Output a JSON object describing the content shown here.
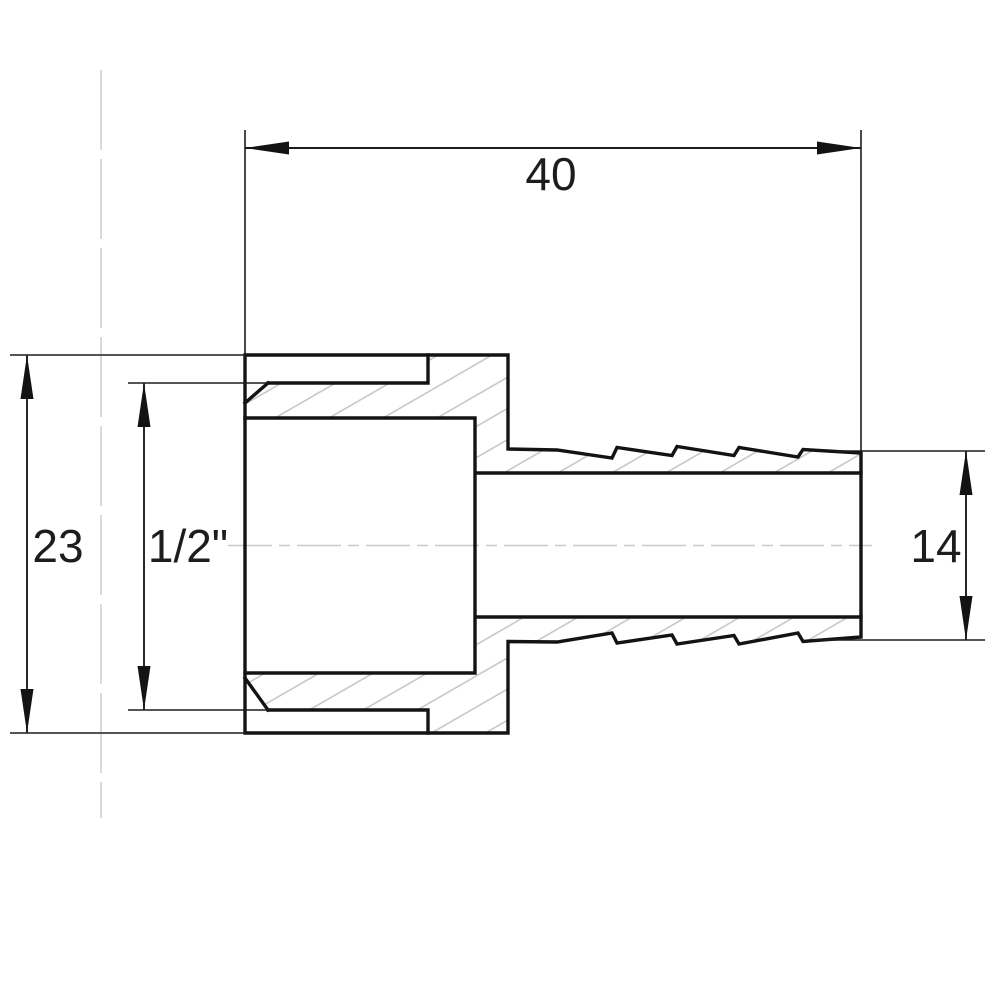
{
  "drawing": {
    "kind": "technical-section-drawing",
    "subject": "hose-barb-fitting-cross-section",
    "background": "#ffffff",
    "outline_color": "#131313",
    "hatch_color": "#c3c3c3",
    "centerline_color": "#cacaca",
    "dimensions": {
      "overall_length": {
        "label": "40",
        "orientation": "horizontal",
        "position": "top"
      },
      "body_od": {
        "label": "23",
        "orientation": "vertical",
        "position": "left-outer"
      },
      "thread_size": {
        "label": "1/2\"",
        "orientation": "vertical",
        "position": "left-inner"
      },
      "barb_od": {
        "label": "14",
        "orientation": "vertical",
        "position": "right"
      }
    }
  }
}
